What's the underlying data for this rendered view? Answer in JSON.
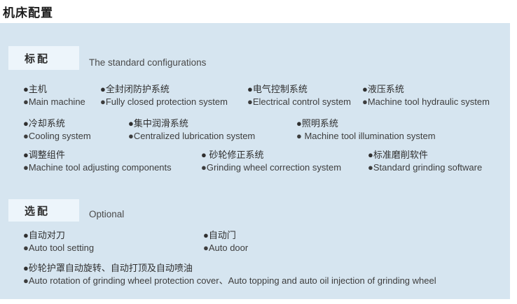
{
  "page_title": "机床配置",
  "colors": {
    "panel_bg": "#d6e5f0",
    "label_box_bg": "#edf5fb",
    "title_text": "#1c1c1c",
    "body_text": "#2f2f2f"
  },
  "standard": {
    "label_cn": "标配",
    "label_en": "The standard configurations",
    "rows": [
      [
        {
          "cn": "●主机",
          "en": "●Main machine"
        },
        {
          "cn": "●全封闭防护系统",
          "en": "●Fully closed protection system"
        },
        {
          "cn": "●电气控制系统",
          "en": "●Electrical control system"
        },
        {
          "cn": "●液压系统",
          "en": "●Machine tool hydraulic system"
        }
      ],
      [
        {
          "cn": "●冷却系统",
          "en": "●Cooling system"
        },
        {
          "cn": "●集中润滑系统",
          "en": "●Centralized lubrication system"
        },
        {
          "cn": "●照明系统",
          "en": "● Machine tool illumination system"
        }
      ],
      [
        {
          "cn": "●调整组件",
          "en": "●Machine tool adjusting components"
        },
        {
          "cn": "● 砂轮修正系统",
          "en": "●Grinding wheel correction system"
        },
        {
          "cn": "●标准磨削软件",
          "en": "●Standard grinding software"
        }
      ]
    ]
  },
  "optional": {
    "label_cn": "选配",
    "label_en": "Optional",
    "rows": [
      [
        {
          "cn": "●自动对刀",
          "en": "●Auto tool setting"
        },
        {
          "cn": "●自动门",
          "en": "●Auto door"
        }
      ],
      [
        {
          "cn": "●砂轮护罩自动旋转、自动打顶及自动喷油",
          "en": "●Auto rotation of grinding wheel protection cover、Auto topping and auto oil injection of grinding wheel"
        }
      ]
    ]
  }
}
